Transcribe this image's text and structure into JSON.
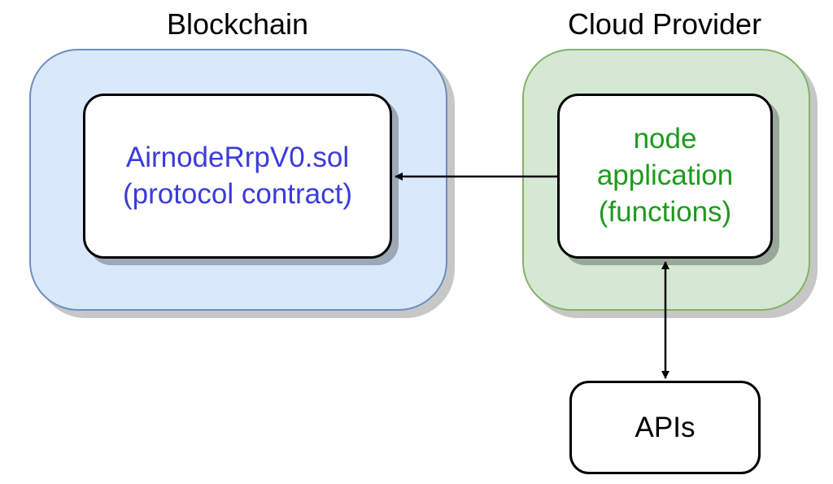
{
  "groups": {
    "blockchain": {
      "title": "Blockchain",
      "fill": "#dae8fc",
      "stroke": "#6c8ebf"
    },
    "cloud": {
      "title": "Cloud Provider",
      "fill": "#d5e8d4",
      "stroke": "#82b366"
    }
  },
  "nodes": {
    "contract": {
      "line1": "AirnodeRrpV0.sol",
      "line2": "(protocol contract)",
      "text_color": "#3b3bdb"
    },
    "node_app": {
      "line1": "node",
      "line2": "application",
      "line3": "(functions)",
      "text_color": "#1e9a1e"
    },
    "apis": {
      "label": "APIs"
    }
  },
  "edges": [
    {
      "from": "node_app",
      "to": "contract",
      "direction": "one-way"
    },
    {
      "from": "node_app",
      "to": "apis",
      "direction": "bidirectional"
    }
  ]
}
